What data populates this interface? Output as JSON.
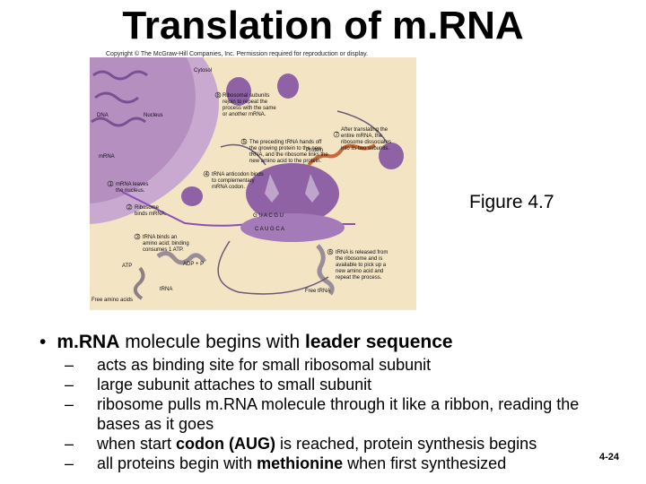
{
  "title": "Translation of m.RNA",
  "copyright": "Copyright © The McGraw-Hill Companies, Inc. Permission required for reproduction or display.",
  "figure": {
    "labels": {
      "cytosol": "Cytosol",
      "nucleus": "Nucleus",
      "dna": "DNA",
      "mrna": "mRNA",
      "protein": "Protein",
      "atp": "ATP",
      "adp": "ADP + P",
      "trna": "tRNA",
      "free_trna": "Free tRNA",
      "free_amino_acids": "Free amino acids",
      "codons_top": "G U A   C G U",
      "codons_bottom": "C A U   G C   A"
    },
    "steps": [
      {
        "num": "1",
        "lines": [
          "mRNA leaves",
          "the nucleus."
        ]
      },
      {
        "num": "2",
        "lines": [
          "Ribosome",
          "binds mRNA."
        ]
      },
      {
        "num": "3",
        "lines": [
          "tRNA binds an",
          "amino acid; binding",
          "consumes 1 ATP."
        ]
      },
      {
        "num": "4",
        "lines": [
          "tRNA anticodon binds",
          "to complementary",
          "mRNA codon."
        ]
      },
      {
        "num": "5",
        "lines": [
          "The preceding tRNA hands off",
          "the growing protein to the new",
          "tRNA, and the ribosome links the",
          "new amino acid to the protein."
        ]
      },
      {
        "num": "6",
        "lines": [
          "tRNA is released from",
          "the ribosome and is",
          "available to pick up a",
          "new amino acid and",
          "repeat the process."
        ]
      },
      {
        "num": "7",
        "lines": [
          "After translating the",
          "entire mRNA, the",
          "ribosome dissociates",
          "into its two subunits."
        ]
      },
      {
        "num": "8",
        "lines": [
          "Ribosomal subunits",
          "rejoin to repeat the",
          "process with the same",
          "or another mRNA."
        ]
      }
    ]
  },
  "figure_caption": "Figure 4.7",
  "main_bullet": {
    "symbol": "•",
    "part1": "m.RNA",
    "part2": " molecule begins with ",
    "part3": "leader sequence"
  },
  "sub_bullets": [
    {
      "dash": "–",
      "text": "acts as binding site for small ribosomal subunit"
    },
    {
      "dash": "–",
      "text": "large subunit attaches to small subunit"
    },
    {
      "dash": "–",
      "text": "ribosome pulls m.RNA molecule through it like a ribbon, reading the bases as it goes"
    },
    {
      "dash": "–",
      "pre": "when start ",
      "bold": "codon (AUG)",
      "post": " is reached, protein synthesis begins"
    },
    {
      "dash": "–",
      "pre": "all proteins begin with ",
      "bold": "methionine",
      "post": " when first synthesized"
    }
  ],
  "slide_number": "4-24",
  "colors": {
    "cytosol_bg": "#f3e4c4",
    "nucleus": "#c9a9cf",
    "ribosome": "#8e62a4",
    "trna": "#9a8c98",
    "mrna": "#8a4fb8"
  }
}
